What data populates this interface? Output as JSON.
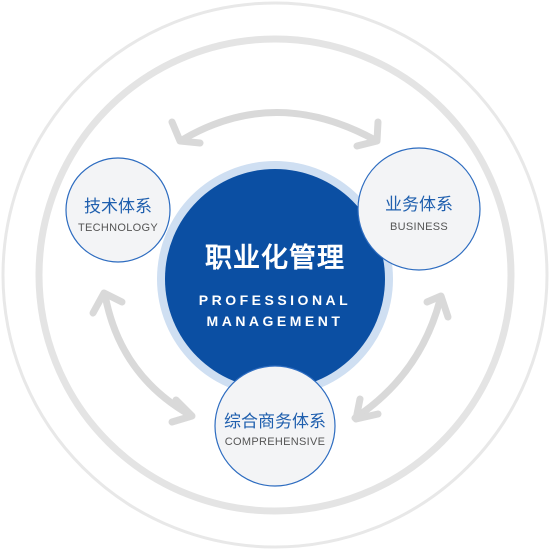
{
  "center": {
    "title": "职业化管理",
    "subtitle_line1": "PROFESSIONAL",
    "subtitle_line2": "MANAGEMENT"
  },
  "nodes": [
    {
      "id": "technology",
      "title": "技术体系",
      "subtitle": "TECHNOLOGY"
    },
    {
      "id": "business",
      "title": "业务体系",
      "subtitle": "BUSINESS"
    },
    {
      "id": "comprehensive",
      "title": "综合商务体系",
      "subtitle": "COMPREHENSIVE"
    }
  ],
  "colors": {
    "primary": "#0b4fa3",
    "halo": "#c9daf0",
    "node_fill": "#f3f4f6",
    "node_border": "#2d6cc0",
    "ring": "#e6e6e6",
    "arrow": "#d9d9d9"
  }
}
